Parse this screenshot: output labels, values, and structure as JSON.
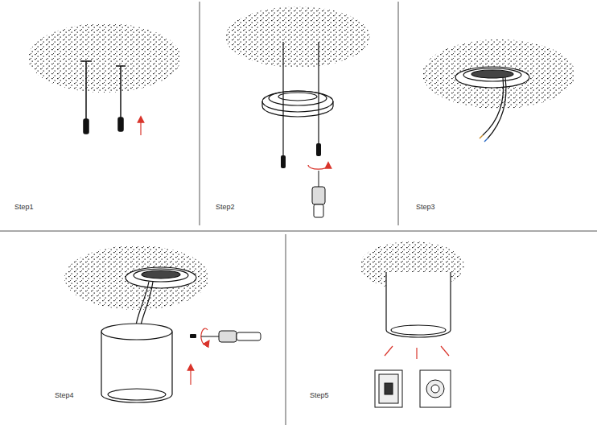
{
  "diagram": {
    "labels": [
      "Step1",
      "Step2",
      "Step3",
      "Step4",
      "Step5"
    ]
  }
}
